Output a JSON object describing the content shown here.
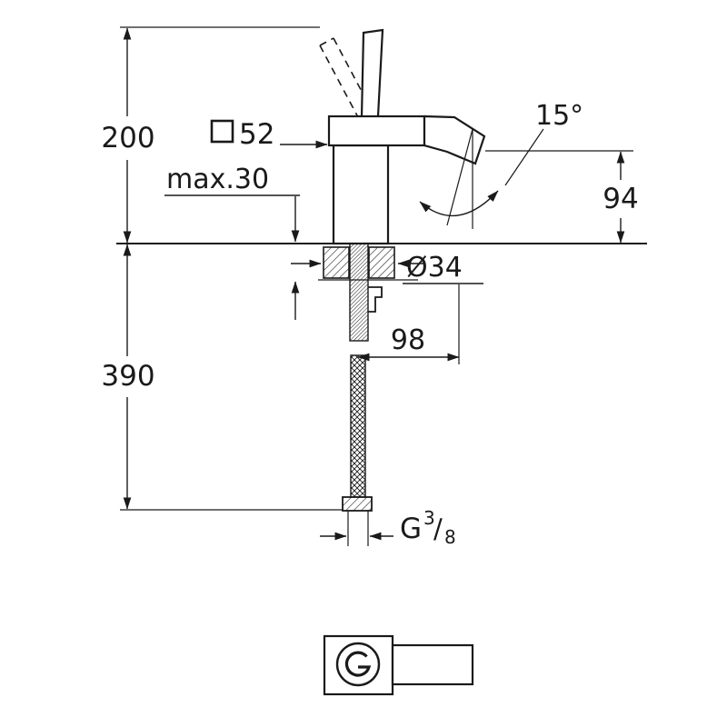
{
  "drawing": {
    "dims": {
      "height_above_deck": "200",
      "deck_thickness": "max.30",
      "height_below_deck": "390",
      "body_square": "52",
      "spout_angle": "15°",
      "spout_height": "94",
      "hole_diameter": "Ø34",
      "hose_offset": "98",
      "thread_letter": "G",
      "thread_numerator": "3",
      "thread_slash": "/",
      "thread_denominator": "8"
    },
    "colors": {
      "line": "#1a1a1a",
      "background": "#ffffff"
    }
  }
}
